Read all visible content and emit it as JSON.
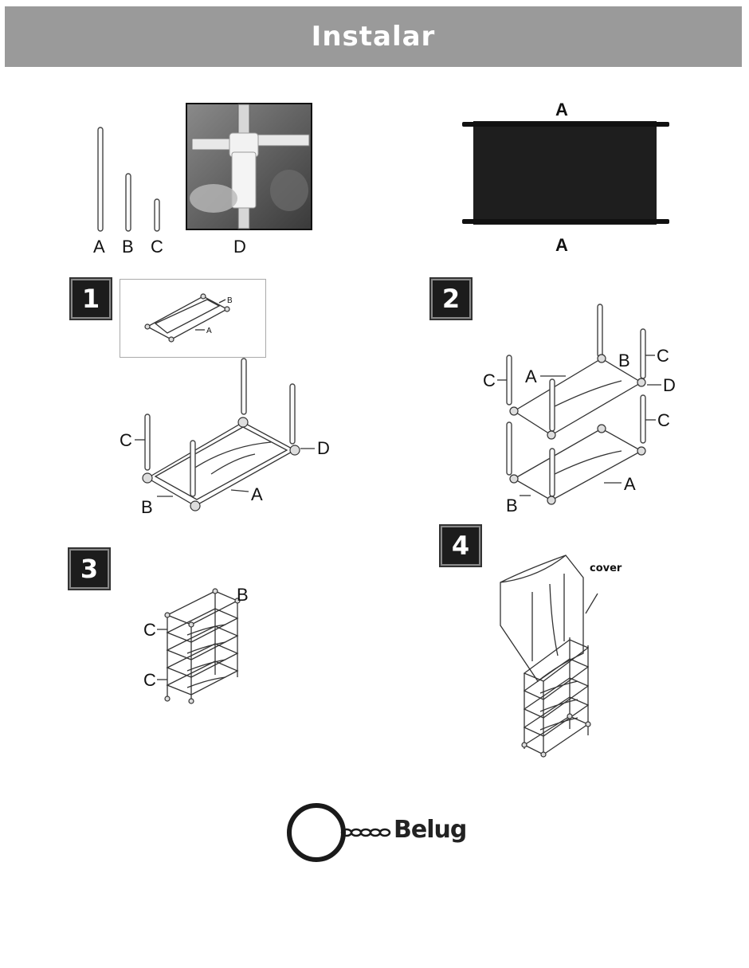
{
  "header": {
    "title": "Instalar"
  },
  "parts": {
    "pole_a": "A",
    "pole_b": "B",
    "pole_c": "C",
    "connector_d": "D",
    "panel_top": "A",
    "panel_bottom": "A"
  },
  "steps": [
    {
      "number": "1",
      "inset_label_b": "B",
      "inset_label_a": "A",
      "label_c": "C",
      "label_d": "D",
      "label_b": "B",
      "label_a": "A"
    },
    {
      "number": "2",
      "label_c_left": "C",
      "label_a_top": "A",
      "label_b_top": "B",
      "label_c_top": "C",
      "label_d": "D",
      "label_c_mid": "C",
      "label_b_bottom": "B",
      "label_a_bottom": "A"
    },
    {
      "number": "3",
      "label_b": "B",
      "label_c_top": "C",
      "label_c_bottom": "C"
    },
    {
      "number": "4",
      "cover_label": "cover"
    }
  ],
  "logo": {
    "text": "Belug"
  },
  "colors": {
    "header_bg": "#9a9a9a",
    "panel_fabric": "#1e1e1e",
    "badge_bg": "#1c1c1c"
  }
}
